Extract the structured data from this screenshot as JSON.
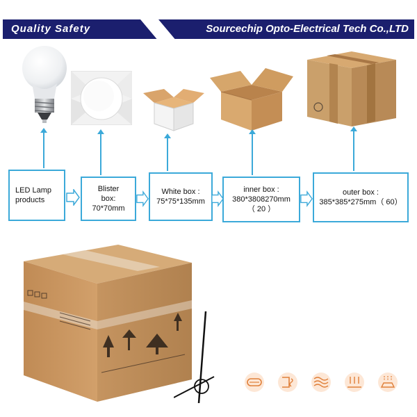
{
  "header": {
    "left_title": "Quality Safety",
    "company": "Sourcechip Opto-Electrical Tech Co.,LTD"
  },
  "flow": [
    {
      "lines": [
        "LED  Lamp",
        "products"
      ]
    },
    {
      "lines": [
        "Blister",
        "box:",
        "70*70mm"
      ]
    },
    {
      "lines": [
        "White box :",
        "75*75*135mm"
      ]
    },
    {
      "lines": [
        "inner box :",
        "380*3808270mm",
        "（ 20 ）"
      ]
    },
    {
      "lines": [
        "outer box :",
        "385*385*275mm（ 60）"
      ]
    }
  ],
  "colors": {
    "banner": "#1b1f6e",
    "accent": "#3ba9d9",
    "cardboard": "#c9975e",
    "icon_orange": "#e0803a"
  },
  "icons": [
    "conveyor-icon",
    "heat-icon",
    "wave-icon",
    "pressure-icon",
    "steam-icon"
  ]
}
